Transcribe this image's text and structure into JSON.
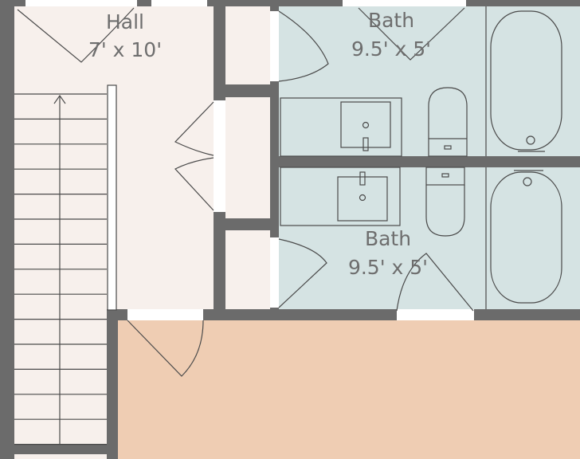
{
  "plan": {
    "colors": {
      "wall": "#6b6b6b",
      "hall_floor": "#f7f0ec",
      "bath_floor": "#d5e3e3",
      "room_floor": "#efcdb3",
      "line": "#4a4a4a",
      "label": "#6e6e6e"
    },
    "rooms": [
      {
        "id": "hall",
        "name": "Hall",
        "size": "7' x 10'"
      },
      {
        "id": "bath-upper",
        "name": "Bath",
        "size": "9.5' x 5'"
      },
      {
        "id": "bath-lower",
        "name": "Bath",
        "size": "9.5' x 5'"
      },
      {
        "id": "bedroom",
        "name": "",
        "size": ""
      }
    ],
    "fixture_icons": {
      "stair": "staircase-icon",
      "tub": "bathtub-icon",
      "toilet": "toilet-icon",
      "sink": "sink-icon",
      "door": "door-swing-icon"
    }
  }
}
